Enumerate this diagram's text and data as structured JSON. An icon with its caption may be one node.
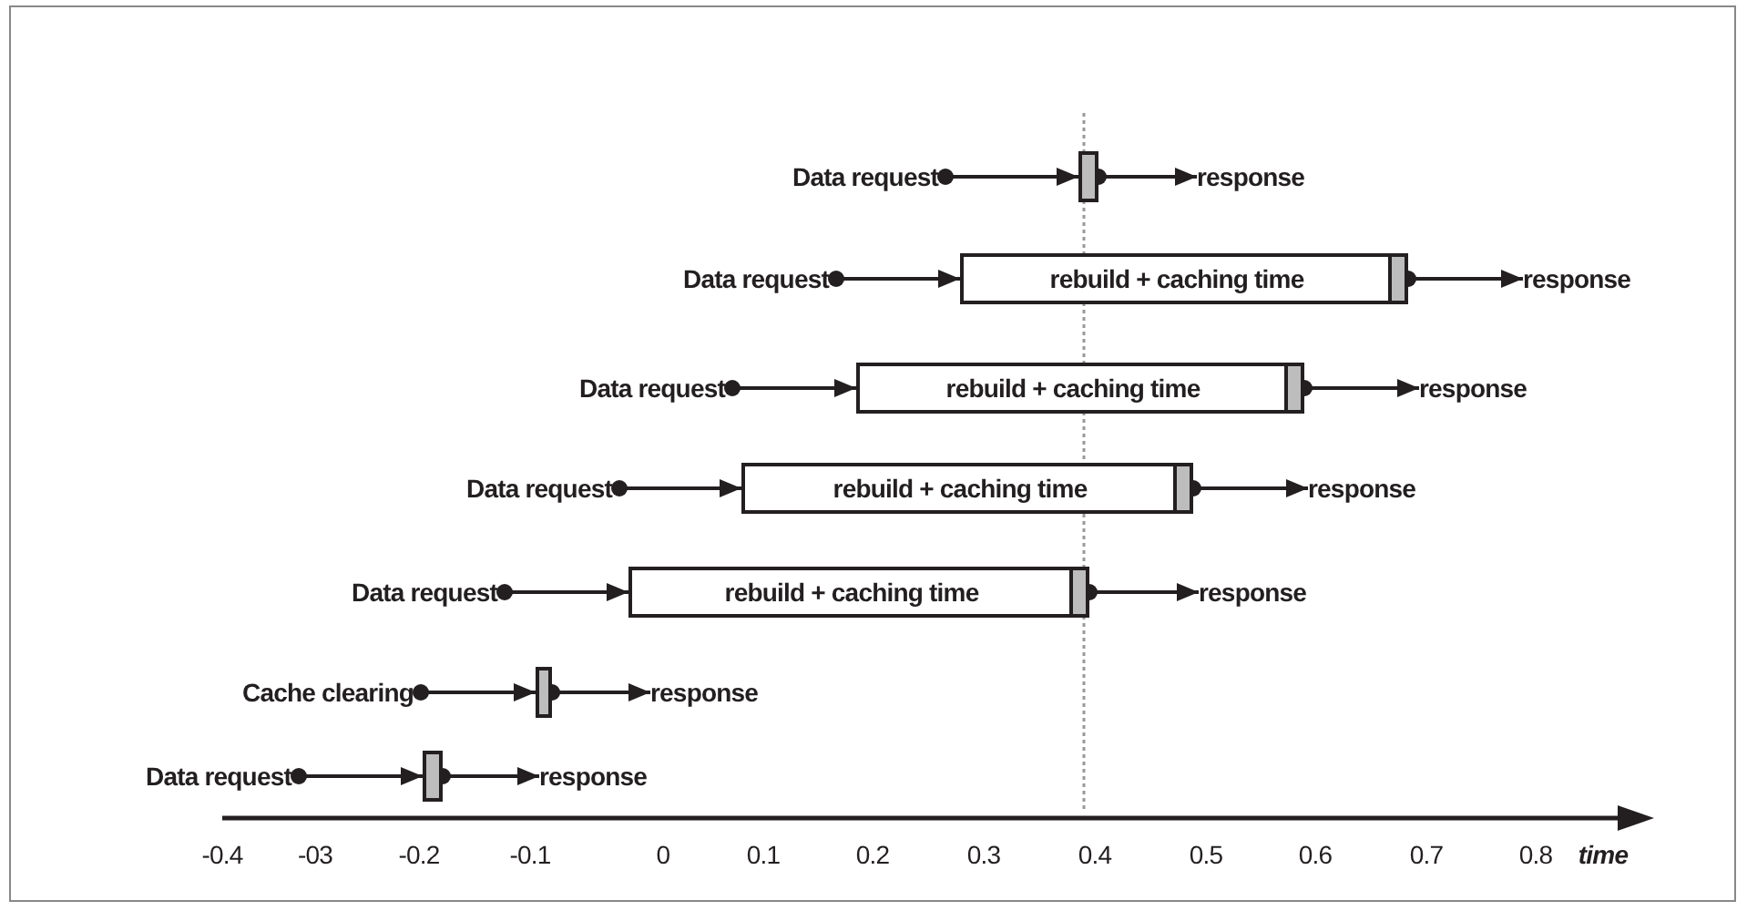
{
  "diagram": {
    "nodes": [
      {
        "text": [
          "Data request"
        ]
      },
      {
        "text": [],
        "shape": "bar"
      },
      {
        "text": [
          "response"
        ]
      },
      {
        "text": [
          "Data request"
        ]
      },
      {
        "text": [
          "rebuild + caching time"
        ]
      },
      {
        "text": [
          "response"
        ]
      },
      {
        "text": [
          "Data request"
        ]
      },
      {
        "text": [
          "rebuild + caching time"
        ]
      },
      {
        "text": [
          "response"
        ]
      },
      {
        "text": [
          "Data request"
        ]
      },
      {
        "text": [
          "rebuild + caching time"
        ]
      },
      {
        "text": [
          "response"
        ]
      },
      {
        "text": [
          "Data request"
        ]
      },
      {
        "text": [
          "rebuild + caching time"
        ]
      },
      {
        "text": [
          "response"
        ]
      },
      {
        "text": [
          "Cache clearing"
        ]
      },
      {
        "text": [],
        "shape": "bar"
      },
      {
        "text": [
          "response"
        ]
      },
      {
        "text": [
          "Data request"
        ]
      },
      {
        "text": [],
        "shape": "bar"
      },
      {
        "text": [
          "response"
        ]
      }
    ],
    "edges": [
      {
        "from": 0,
        "to": 1,
        "arrow": "to"
      },
      {
        "from": 1,
        "to": 2,
        "arrow": "to"
      },
      {
        "from": 3,
        "to": 4,
        "arrow": "to"
      },
      {
        "from": 4,
        "to": 5,
        "arrow": "to"
      },
      {
        "from": 6,
        "to": 7,
        "arrow": "to"
      },
      {
        "from": 7,
        "to": 8,
        "arrow": "to"
      },
      {
        "from": 9,
        "to": 10,
        "arrow": "to"
      },
      {
        "from": 10,
        "to": 11,
        "arrow": "to"
      },
      {
        "from": 12,
        "to": 13,
        "arrow": "to"
      },
      {
        "from": 13,
        "to": 14,
        "arrow": "to"
      },
      {
        "from": 15,
        "to": 16,
        "arrow": "to"
      },
      {
        "from": 16,
        "to": 17,
        "arrow": "to"
      },
      {
        "from": 18,
        "to": 19,
        "arrow": "to"
      },
      {
        "from": 19,
        "to": 20,
        "arrow": "to"
      }
    ],
    "labels": [
      "-0.4",
      "-03",
      "-0.2",
      "-0.1",
      "0",
      "0.1",
      "0.2",
      "0.3",
      "0.4",
      "0.5",
      "0.6",
      "0.7",
      "0.8",
      "time"
    ]
  }
}
